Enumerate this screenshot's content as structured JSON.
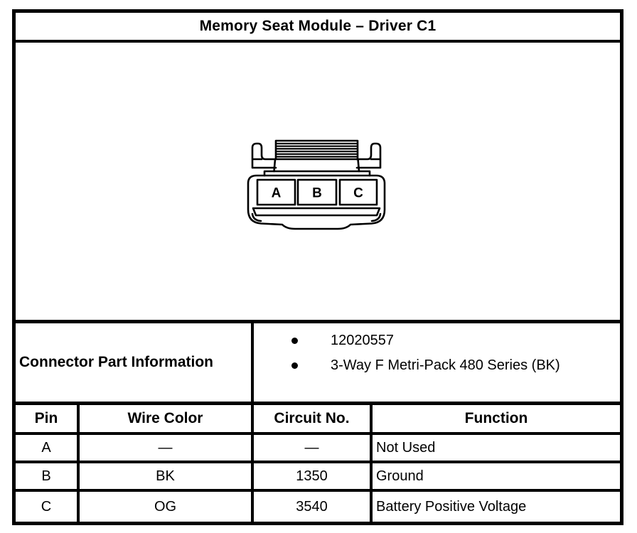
{
  "title": "Memory Seat Module – Driver C1",
  "connector": {
    "pins": [
      "A",
      "B",
      "C"
    ]
  },
  "part_info": {
    "label": "Connector Part Information",
    "items": [
      "12020557",
      "3-Way F Metri-Pack 480 Series (BK)"
    ]
  },
  "pin_table": {
    "headers": [
      "Pin",
      "Wire Color",
      "Circuit No.",
      "Function"
    ],
    "rows": [
      {
        "pin": "A",
        "wire_color": "—",
        "circuit_no": "—",
        "function": "Not Used"
      },
      {
        "pin": "B",
        "wire_color": "BK",
        "circuit_no": "1350",
        "function": "Ground"
      },
      {
        "pin": "C",
        "wire_color": "OG",
        "circuit_no": "3540",
        "function": "Battery Positive Voltage"
      }
    ]
  },
  "colors": {
    "line": "#000000",
    "background": "#ffffff"
  }
}
